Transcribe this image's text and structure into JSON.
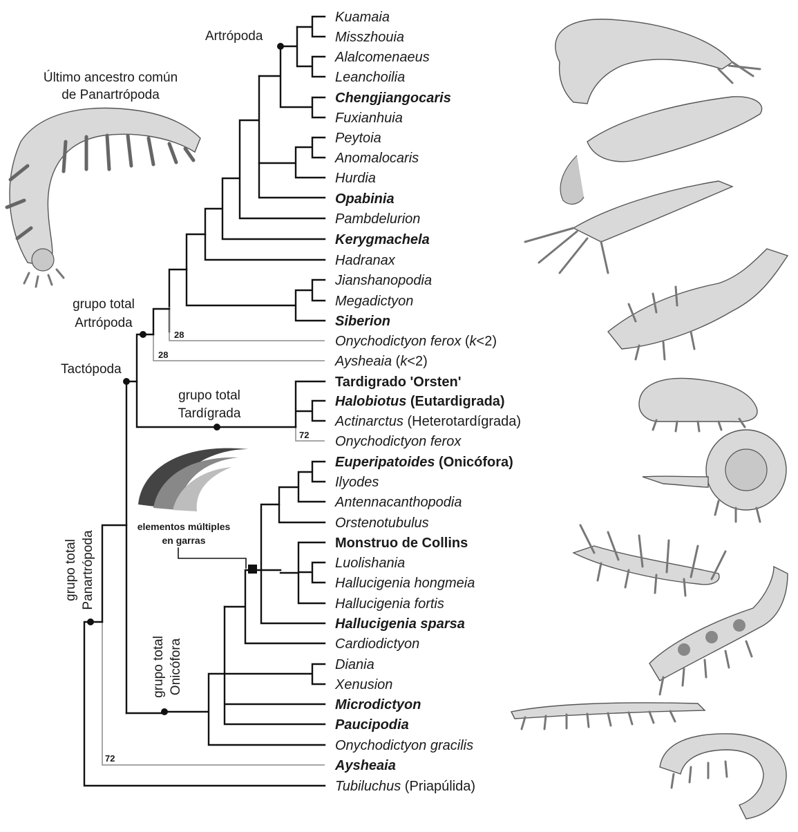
{
  "title": {
    "line1": "Último ancestro común",
    "line2": "de Panartrópoda"
  },
  "groups": {
    "artropoda": "Artrópoda",
    "gt_artropoda_1": "grupo total",
    "gt_artropoda_2": "Artrópoda",
    "tactopoda": "Tactópoda",
    "gt_tardigrada_1": "grupo total",
    "gt_tardigrada_2": "Tardígrada",
    "gt_panartropoda_1": "grupo total",
    "gt_panartropoda_2": "Panartrópoda",
    "gt_onicofora_1": "grupo total",
    "gt_onicofora_2": "Onicófora"
  },
  "claw_caption": {
    "line1": "elementos múltiples",
    "line2": "en garras"
  },
  "support": {
    "a": "28",
    "b": "28",
    "c": "72",
    "d": "72"
  },
  "taxa": {
    "kuamaia": "Kuamaia",
    "misszhouia": "Misszhouia",
    "alalcomenaeus": "Alalcomenaeus",
    "leanchoilia": "Leanchoilia",
    "chengjiangocaris": "Chengjiangocaris",
    "fuxianhuia": "Fuxianhuia",
    "peytoia": "Peytoia",
    "anomalocaris": "Anomalocaris",
    "hurdia": "Hurdia",
    "opabinia": "Opabinia",
    "pambdelurion": "Pambdelurion",
    "kerygmachela": "Kerygmachela",
    "hadranax": "Hadranax",
    "jianshanopodia": "Jianshanopodia",
    "megadictyon": "Megadictyon",
    "siberion": "Siberion",
    "onychodictyon_ferox_k": "Onychodictyon ferox",
    "k_note_a1": " (",
    "k_note_a2": "k",
    "k_note_a3": "<2)",
    "aysheaia_k": "Aysheaia",
    "k_note_b1": " (",
    "k_note_b2": "k",
    "k_note_b3": "<2)",
    "tardigrado_orsten": "Tardigrado 'Orsten'",
    "halobiotus": "Halobiotus",
    "halobiotus_group": " (Eutardigrada)",
    "actinarctus": "Actinarctus",
    "actinarctus_group": " (Heterotardígrada)",
    "onychodictyon_ferox": "Onychodictyon ferox",
    "euperipatoides": "Euperipatoides",
    "euperipatoides_group": " (Onicófora)",
    "ilyodes": "Ilyodes",
    "antennacanthopodia": "Antennacanthopodia",
    "orstenotubulus": "Orstenotubulus",
    "monstruo_collins": "Monstruo de Collins",
    "luolishania": "Luolishania",
    "hallucigenia_hongmeia": "Hallucigenia hongmeia",
    "hallucigenia_fortis": "Hallucigenia fortis",
    "hallucigenia_sparsa": "Hallucigenia sparsa",
    "cardiodictyon": "Cardiodictyon",
    "diania": "Diania",
    "xenusion": "Xenusion",
    "microdictyon": "Microdictyon",
    "paucipodia": "Paucipodia",
    "onychodictyon_gracilis": "Onychodictyon gracilis",
    "aysheaia": "Aysheaia",
    "tubiluchus": "Tubiluchus",
    "tubiluchus_group": " (Priapúlida)"
  },
  "colors": {
    "line": "#111111",
    "grey_line": "#8a8a8a",
    "illustration": "#d9d9d9"
  }
}
